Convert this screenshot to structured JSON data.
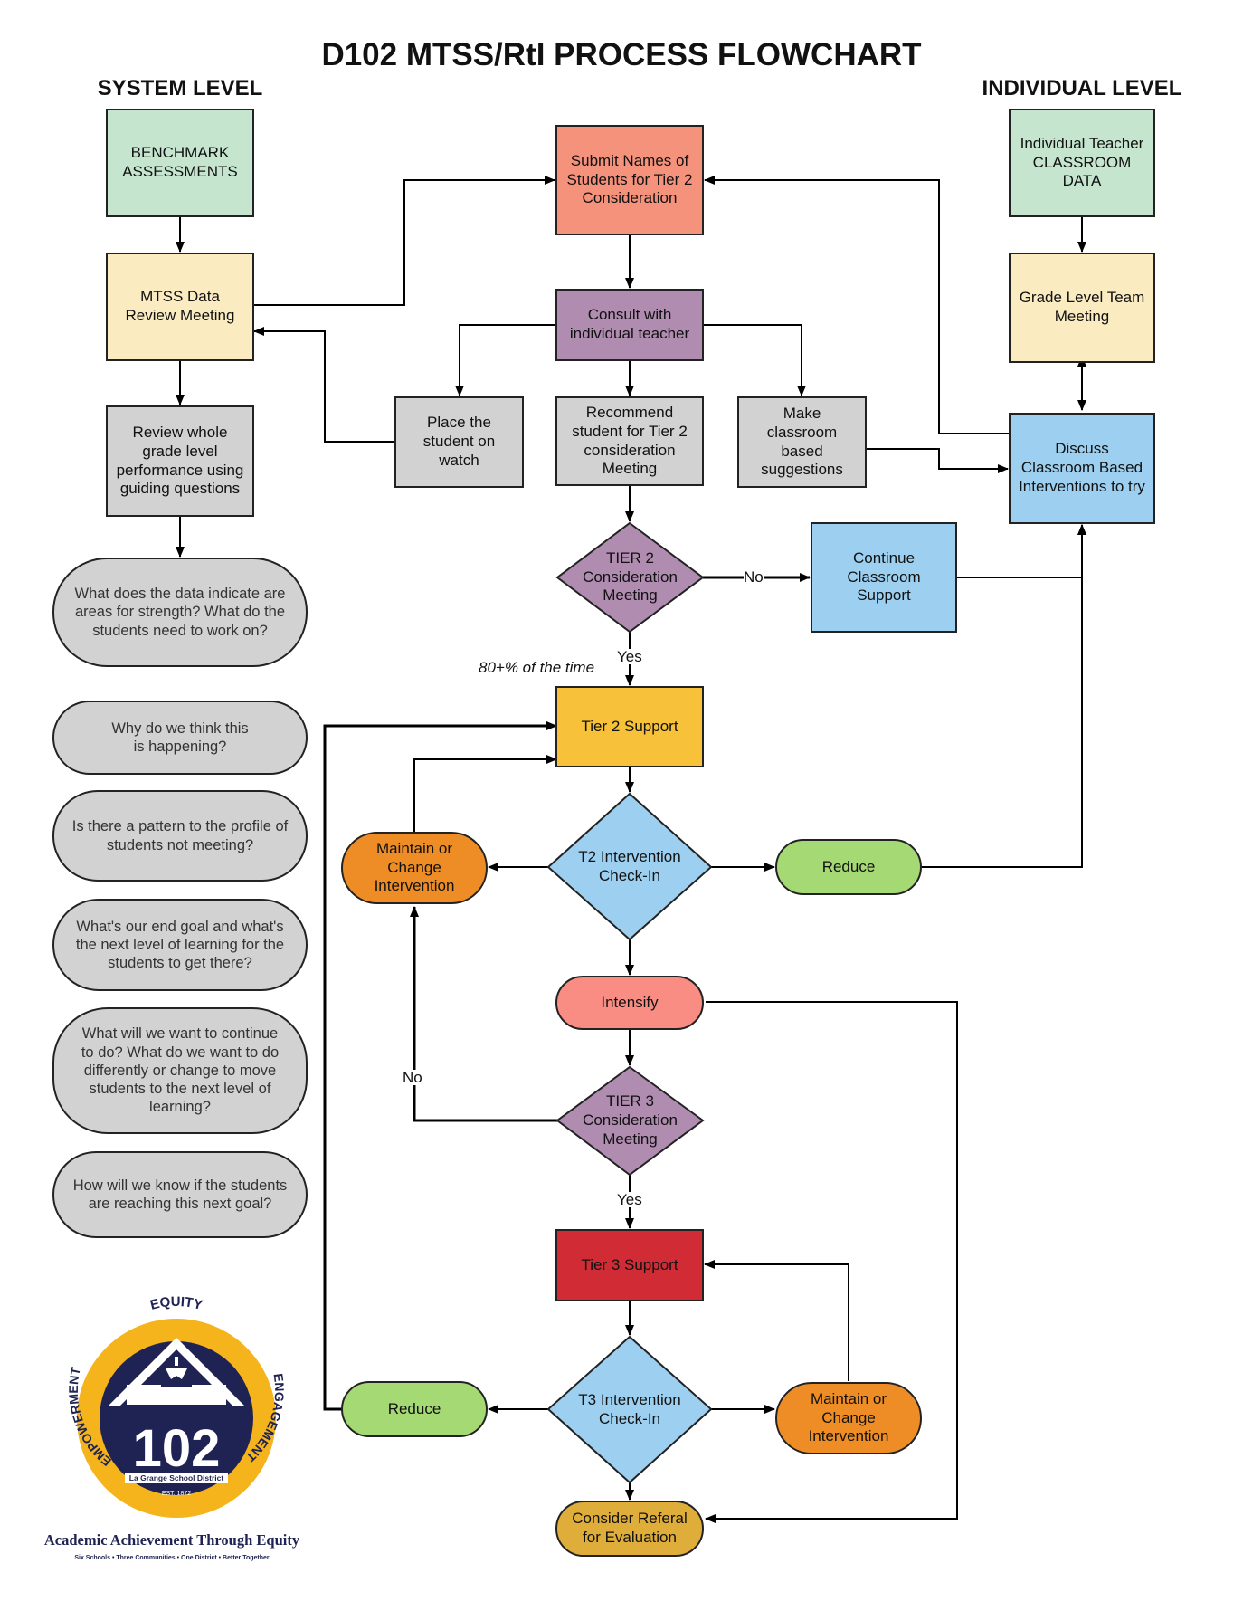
{
  "title": "D102 MTSS/RtI PROCESS FLOWCHART",
  "headers": {
    "system": "SYSTEM LEVEL",
    "individual": "INDIVIDUAL LEVEL"
  },
  "colors": {
    "green": "#c5e5cf",
    "cream": "#faebc1",
    "gray": "#d2d2d2",
    "salmon": "#f5927c",
    "purple": "#b08cb0",
    "lightblue": "#9dd0f0",
    "gold": "#f7c239",
    "orange": "#ee8d25",
    "lime": "#a4d973",
    "pink": "#f98d84",
    "red": "#d12c35",
    "mustard": "#dfae3a",
    "navy": "#1f2353",
    "ring": "#f5b31c"
  },
  "nodes": {
    "benchmark": "BENCHMARK\nASSESSMENTS",
    "mtss_review": "MTSS Data\nReview Meeting",
    "review_whole": "Review whole\ngrade level\nperformance using\nguiding questions",
    "submit_names": "Submit Names of\nStudents for Tier 2\nConsideration",
    "consult": "Consult with\nindividual teacher",
    "place_watch": "Place the\nstudent on\nwatch",
    "recommend": "Recommend\nstudent for Tier 2\nconsideration\nMeeting",
    "make_classroom": "Make\nclassroom\nbased\nsuggestions",
    "individual_data": "Individual Teacher\nCLASSROOM\nDATA",
    "grade_team": "Grade Level Team\nMeeting",
    "discuss": "Discuss\nClassroom Based\nInterventions to try",
    "tier2_meeting": "TIER 2\nConsideration\nMeeting",
    "continue_support": "Continue\nClassroom\nSupport",
    "tier2_support": "Tier 2 Support",
    "t2_checkin": "T2 Intervention\nCheck-In",
    "maintain_1": "Maintain or\nChange\nIntervention",
    "reduce_1": "Reduce",
    "intensify": "Intensify",
    "tier3_meeting": "TIER 3\nConsideration\nMeeting",
    "tier3_support": "Tier 3 Support",
    "t3_checkin": "T3 Intervention\nCheck-In",
    "reduce_2": "Reduce",
    "maintain_2": "Maintain or\nChange\nIntervention",
    "referral": "Consider Referal\nfor Evaluation"
  },
  "questions": [
    "What does the data indicate are\nareas for strength? What do the\nstudents need to work on?",
    "Why do we think this\nis happening?",
    "Is there a pattern to the profile of\nstudents not meeting?",
    "What's our end goal and what's\nthe next level of learning for the\nstudents to get there?",
    "What will we want to continue\nto do? What do we want to do\ndifferently or change to move\nstudents to the next level of\nlearning?",
    "How will we know if the students\nare reaching this next goal?"
  ],
  "edge_labels": {
    "no_1": "No",
    "yes_1": "Yes",
    "no_2": "No",
    "yes_2": "Yes",
    "note": "80+% of the time"
  },
  "logo": {
    "ring_top": "EQUITY",
    "ring_left": "EMPOWERMENT",
    "ring_right": "ENGAGEMENT",
    "number": "102",
    "district": "La Grange School District",
    "est": "EST. 1872",
    "tagline": "Academic Achievement Through Equity",
    "subtag": "Six Schools • Three Communities • One District • Better Together"
  }
}
